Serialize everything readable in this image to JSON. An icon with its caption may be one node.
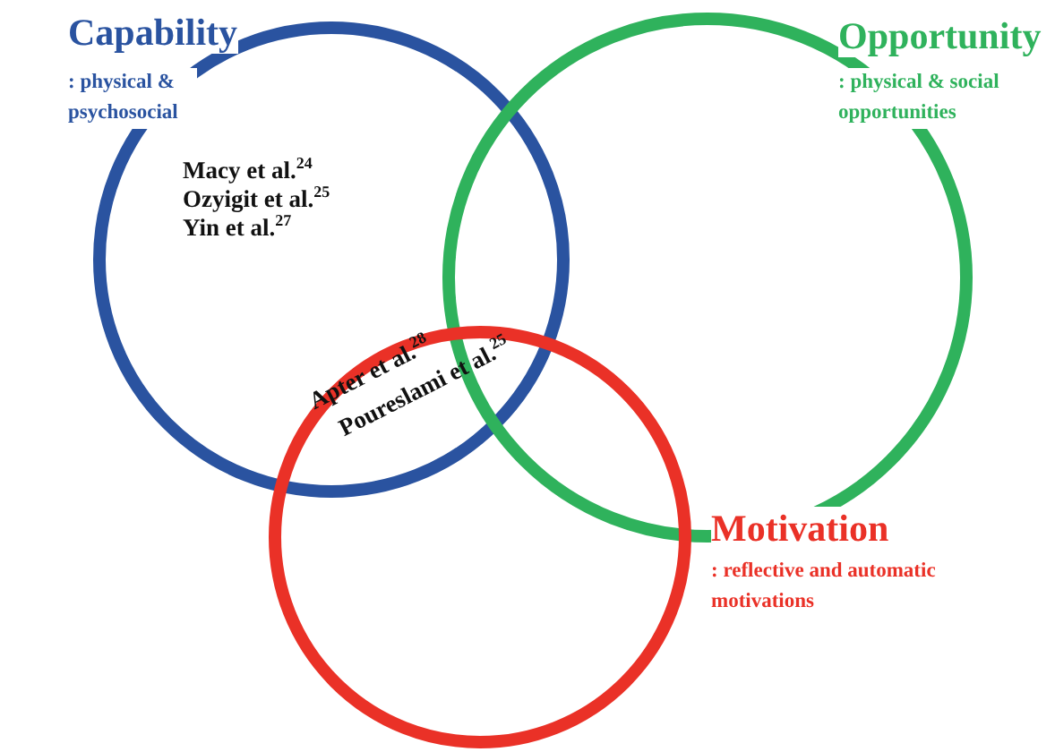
{
  "diagram": {
    "nodes": [
      {
        "text": [
          "Capability",
          ": physical & psychosocial"
        ]
      },
      {
        "text": [
          "Opportunity",
          ": physical & social opportunities"
        ]
      },
      {
        "text": [
          "Motivation",
          ": reflective and automatic motivations"
        ]
      }
    ],
    "labels": [
      "Macy et al.$^{24}$",
      "Ozyigit et al.$^{25}$",
      "Yin et al.$^{27}$",
      "Apter et al.$^{28}$",
      "Poureslami et al.$^{25}$"
    ]
  }
}
